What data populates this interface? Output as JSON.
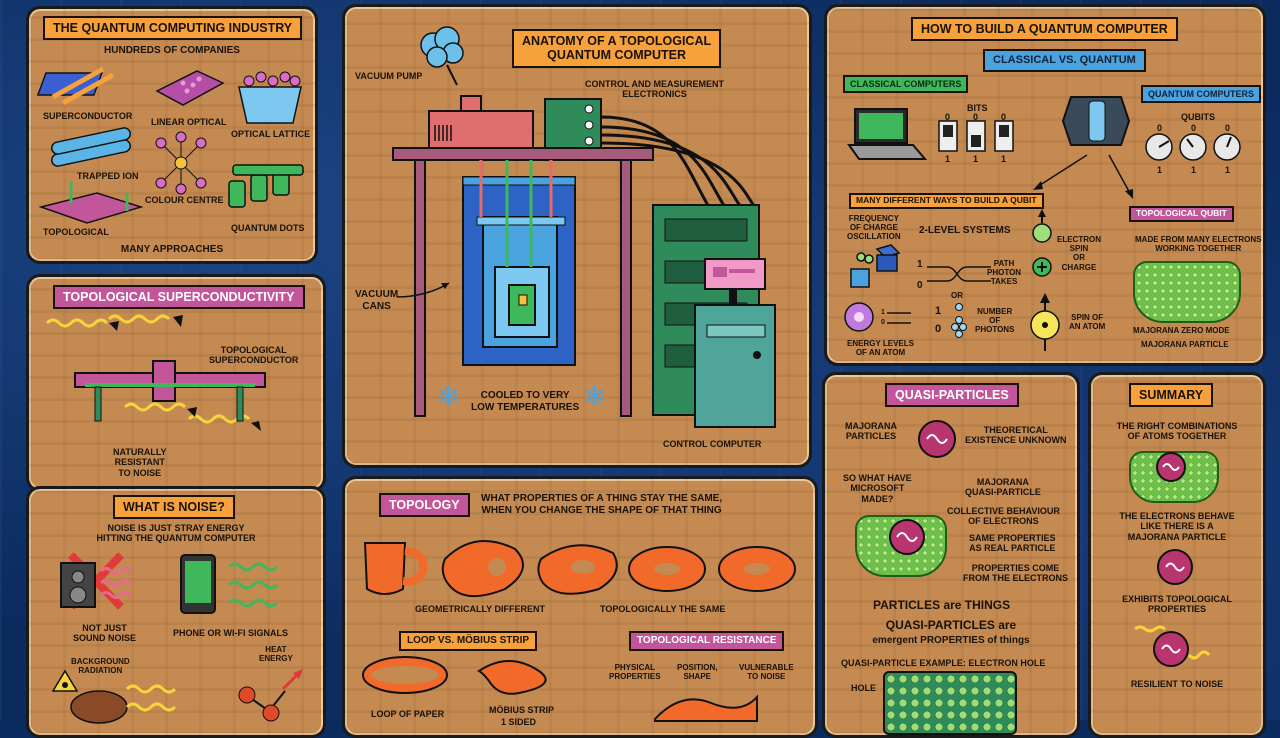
{
  "industry": {
    "title": "THE QUANTUM COMPUTING INDUSTRY",
    "subtitle": "HUNDREDS OF COMPANIES",
    "items": [
      "SUPERCONDUCTOR",
      "LINEAR OPTICAL",
      "OPTICAL LATTICE",
      "TRAPPED ION",
      "COLOUR CENTRE",
      "TOPOLOGICAL",
      "QUANTUM DOTS"
    ],
    "footer": "MANY APPROACHES"
  },
  "anatomy": {
    "title_line1": "ANATOMY OF A TOPOLOGICAL",
    "title_line2": "QUANTUM COMPUTER",
    "vacuum_pump": "VACUUM PUMP",
    "control_line1": "CONTROL AND MEASUREMENT",
    "control_line2": "ELECTRONICS",
    "vacuum_cans_line1": "VACUUM",
    "vacuum_cans_line2": "CANS",
    "cooled_line1": "COOLED TO VERY",
    "cooled_line2": "LOW TEMPERATURES",
    "control_computer": "CONTROL COMPUTER"
  },
  "build": {
    "title": "HOW TO BUILD A QUANTUM COMPUTER",
    "subtitle": "CLASSICAL VS. QUANTUM",
    "classical": "CLASSICAL COMPUTERS",
    "quantum": "QUANTUM COMPUTERS",
    "bits": "BITS",
    "qubits": "QUBITS",
    "zero": "0",
    "one": "1",
    "many_ways": "MANY DIFFERENT WAYS TO BUILD A QUBIT",
    "topo_qubit": "TOPOLOGICAL QUBIT",
    "freq_line1": "FREQUENCY",
    "freq_line2": "OF CHARGE",
    "freq_line3": "OSCILLATION",
    "two_level": "2-LEVEL SYSTEMS",
    "electron_line1": "ELECTRON",
    "electron_line2": "SPIN",
    "electron_line3": "OR",
    "electron_line4": "CHARGE",
    "path_line1": "PATH",
    "path_line2": "PHOTON",
    "path_line3": "TAKES",
    "or": "OR",
    "number_line1": "NUMBER",
    "number_line2": "OF",
    "number_line3": "PHOTONS",
    "energy_line1": "ENERGY LEVELS",
    "energy_line2": "OF AN ATOM",
    "spin_line1": "SPIN OF",
    "spin_line2": "AN ATOM",
    "made_line1": "MADE FROM MANY ELECTRONS",
    "made_line2": "WORKING TOGETHER",
    "mzm": "MAJORANA ZERO MODE",
    "mp": "MAJORANA PARTICLE"
  },
  "topo_sc": {
    "title": "TOPOLOGICAL SUPERCONDUCTIVITY",
    "label_line1": "TOPOLOGICAL",
    "label_line2": "SUPERCONDUCTOR",
    "resist_line1": "NATURALLY",
    "resist_line2": "RESISTANT",
    "resist_line3": "TO NOISE"
  },
  "noise": {
    "title": "WHAT IS NOISE?",
    "sub_line1": "NOISE IS JUST STRAY ENERGY",
    "sub_line2": "HITTING THE QUANTUM COMPUTER",
    "sound_line1": "NOT JUST",
    "sound_line2": "SOUND NOISE",
    "phone": "PHONE OR WI-FI SIGNALS",
    "bg_line1": "BACKGROUND",
    "bg_line2": "RADIATION",
    "heat_line1": "HEAT",
    "heat_line2": "ENERGY"
  },
  "topology": {
    "title": "TOPOLOGY",
    "q_line1": "WHAT PROPERTIES OF A THING STAY THE SAME,",
    "q_line2": "WHEN YOU CHANGE THE SHAPE OF THAT THING",
    "geo": "GEOMETRICALLY DIFFERENT",
    "same": "TOPOLOGICALLY THE SAME",
    "loop_title": "LOOP VS. MÖBIUS STRIP",
    "resist_title": "TOPOLOGICAL RESISTANCE",
    "phys_line1": "PHYSICAL",
    "phys_line2": "PROPERTIES",
    "pos_line1": "POSITION,",
    "pos_line2": "SHAPE",
    "vuln_line1": "VULNERABLE",
    "vuln_line2": "TO NOISE",
    "loop_paper": "LOOP OF PAPER",
    "mobius": "MÖBIUS STRIP",
    "sided": "1 SIDED"
  },
  "quasi": {
    "title": "QUASI-PARTICLES",
    "mp_line1": "MAJORANA",
    "mp_line2": "PARTICLES",
    "theo_line1": "THEORETICAL",
    "theo_line2": "EXISTENCE UNKNOWN",
    "ms_line1": "SO WHAT HAVE",
    "ms_line2": "MICROSOFT",
    "ms_line3": "MADE?",
    "mq_line1": "MAJORANA",
    "mq_line2": "QUASI-PARTICLE",
    "coll_line1": "COLLECTIVE BEHAVIOUR",
    "coll_line2": "OF ELECTRONS",
    "same_line1": "SAME PROPERTIES",
    "same_line2": "AS REAL PARTICLE",
    "props_line1": "PROPERTIES COME",
    "props_line2": "FROM THE ELECTRONS",
    "p_things": "PARTICLES are THINGS",
    "qp_line1": "QUASI-PARTICLES are",
    "qp_line2": "emergent PROPERTIES of things",
    "example": "QUASI-PARTICLE EXAMPLE: ELECTRON HOLE",
    "hole": "HOLE"
  },
  "summary": {
    "title": "SUMMARY",
    "s1_line1": "THE RIGHT COMBINATIONS",
    "s1_line2": "OF ATOMS TOGETHER",
    "s2_line1": "THE ELECTRONS BEHAVE",
    "s2_line2": "LIKE THERE IS A",
    "s2_line3": "MAJORANA PARTICLE",
    "s3_line1": "EXHIBITS TOPOLOGICAL",
    "s3_line2": "PROPERTIES",
    "s4": "RESILIENT TO NOISE"
  },
  "colors": {
    "panel": "#c48a52",
    "orange_label": "#f6a13c",
    "pink_label": "#c3569a",
    "blue_label": "#4aa3df",
    "green_label": "#3fb85c",
    "background": "#0b2a5e"
  }
}
